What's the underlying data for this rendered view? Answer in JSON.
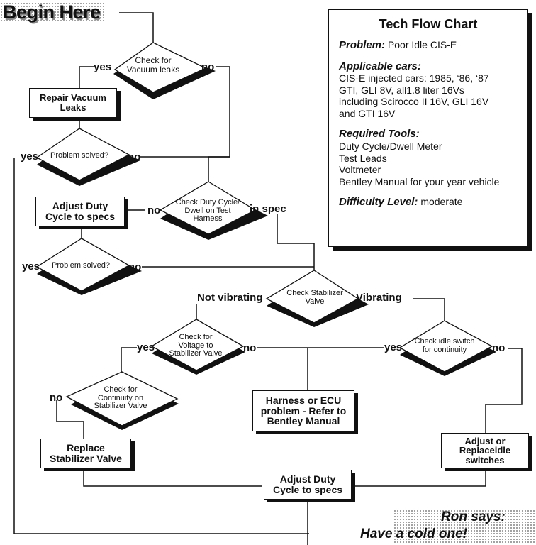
{
  "header": {
    "begin_label": "Begin Here"
  },
  "info_panel": {
    "title": "Tech Flow Chart",
    "problem_heading": "Problem:",
    "problem_value": "Poor Idle CIS-E",
    "cars_heading": "Applicable cars:",
    "cars_lines": [
      "CIS-E injected cars: 1985, ‘86, ‘87",
      "GTI, GLI 8V, all1.8 liter 16Vs",
      "including Scirocco II 16V, GLI 16V",
      "and GTI 16V"
    ],
    "tools_heading": "Required Tools:",
    "tools": [
      "Duty Cycle/Dwell Meter",
      "Test Leads",
      "Voltmeter",
      "Bentley Manual for your year vehicle"
    ],
    "difficulty_heading": "Difficulty Level:",
    "difficulty_value": "moderate"
  },
  "decisions": {
    "vacuum": [
      "Check for",
      "Vacuum leaks"
    ],
    "solved1": [
      "Problem solved?"
    ],
    "duty": [
      "Check Duty Cycle/",
      "Dwell on Test",
      "Harness"
    ],
    "solved2": [
      "Problem solved?"
    ],
    "stabilizer": [
      "Check Stabilizer",
      "Valve"
    ],
    "voltage": [
      "Check for",
      "Voltage to",
      "Stabilizer Valve"
    ],
    "idle": [
      "Check idle switch",
      "for continuity"
    ],
    "continuity": [
      "Check for",
      "Continuity on",
      "Stabilizer Valve"
    ]
  },
  "actions": {
    "repair_vacuum": [
      "Repair Vacuum",
      "Leaks"
    ],
    "adjust_duty_1": [
      "Adjust Duty",
      "Cycle to specs"
    ],
    "harness_ecu": [
      "Harness or ECU",
      "problem - Refer to",
      "Bentley Manual"
    ],
    "replace_stabilizer": [
      "Replace",
      "Stabilizer Valve"
    ],
    "adjust_idle": [
      "Adjust or",
      "Replaceidle",
      "switches"
    ],
    "adjust_duty_2": [
      "Adjust Duty",
      "Cycle to specs"
    ]
  },
  "branch_labels": {
    "vacuum_yes": "yes",
    "vacuum_no": "no",
    "solved1_yes": "yes",
    "solved1_no": "no",
    "duty_no": "no",
    "duty_in_spec": "in spec",
    "solved2_yes": "yes",
    "solved2_no": "no",
    "not_vibrating": "Not vibrating",
    "vibrating": "Vibrating",
    "voltage_yes": "yes",
    "voltage_no": "no",
    "idle_yes": "yes",
    "idle_no": "no",
    "continuity_no": "no"
  },
  "footer": {
    "ron_line1": "Ron says:",
    "ron_line2": "Have a cold one!"
  }
}
